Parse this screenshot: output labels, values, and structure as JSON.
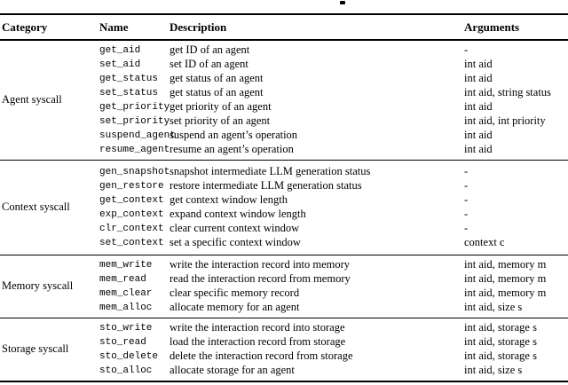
{
  "colors": {
    "text": "#000000",
    "rule": "#000000",
    "background": "#ffffff"
  },
  "table": {
    "headers": [
      "Category",
      "Name",
      "Description",
      "Arguments"
    ],
    "sections": [
      {
        "category": "Agent syscall",
        "rows": [
          {
            "name": "get_aid",
            "desc": "get ID of an agent",
            "args": "-"
          },
          {
            "name": "set_aid",
            "desc": "set ID of an agent",
            "args": "int aid"
          },
          {
            "name": "get_status",
            "desc": "get status of an agent",
            "args": "int aid"
          },
          {
            "name": "set_status",
            "desc": "get status of an agent",
            "args": "int aid, string status"
          },
          {
            "name": "get_priority",
            "desc": "get priority of an agent",
            "args": "int aid"
          },
          {
            "name": "set_priority",
            "desc": "set priority of an agent",
            "args": "int aid, int priority"
          },
          {
            "name": "suspend_agent",
            "desc": "suspend an agent’s operation",
            "args": "int aid"
          },
          {
            "name": "resume_agent",
            "desc": "resume an agent’s operation",
            "args": "int aid"
          }
        ]
      },
      {
        "category": "Context syscall",
        "rows": [
          {
            "name": "gen_snapshot",
            "desc": "snapshot intermediate LLM generation status",
            "args": "-"
          },
          {
            "name": "gen_restore",
            "desc": "restore intermediate LLM generation status",
            "args": "-"
          },
          {
            "name": "get_context",
            "desc": "get context window length",
            "args": "-"
          },
          {
            "name": "exp_context",
            "desc": "expand context window length",
            "args": "-"
          },
          {
            "name": "clr_context",
            "desc": "clear current context window",
            "args": "-"
          },
          {
            "name": "set_context",
            "desc": "set a specific context window",
            "args": "context c"
          }
        ]
      },
      {
        "category": "Memory syscall",
        "rows": [
          {
            "name": "mem_write",
            "desc": "write the interaction record into memory",
            "args": "int aid, memory m"
          },
          {
            "name": "mem_read",
            "desc": "read the interaction record from memory",
            "args": "int aid, memory m"
          },
          {
            "name": "mem_clear",
            "desc": "clear specific memory record",
            "args": "int aid, memory m"
          },
          {
            "name": "mem_alloc",
            "desc": "allocate memory for an agent",
            "args": "int aid, size s"
          }
        ]
      },
      {
        "category": "Storage syscall",
        "rows": [
          {
            "name": "sto_write",
            "desc": "write the interaction record into storage",
            "args": "int aid, storage s"
          },
          {
            "name": "sto_read",
            "desc": "load the interaction record from storage",
            "args": "int aid, storage s"
          },
          {
            "name": "sto_delete",
            "desc": "delete the interaction record from storage",
            "args": "int aid, storage s"
          },
          {
            "name": "sto_alloc",
            "desc": "allocate storage for an agent",
            "args": "int aid, size s"
          }
        ]
      }
    ]
  }
}
